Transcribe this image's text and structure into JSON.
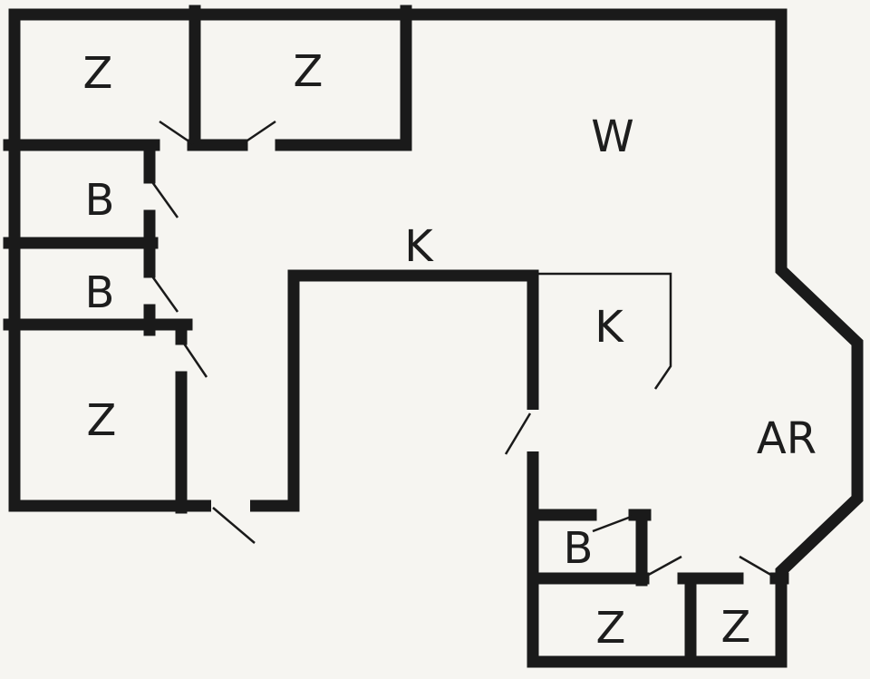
{
  "floorplan": {
    "colors": {
      "background": "#f6f5f1",
      "wall": "#1a1a1a",
      "label": "#1d1d1d"
    },
    "labels": {
      "room_z_top_left": "Z",
      "room_z_top_mid": "Z",
      "room_w_living": "W",
      "room_b_upper": "B",
      "room_b_lower": "B",
      "room_z_left_bottom": "Z",
      "hall_k": "K",
      "kitchen_k": "K",
      "storage_ar": "AR",
      "room_b_bottom": "B",
      "room_z_bottom_left": "Z",
      "room_z_bottom_right": "Z"
    }
  }
}
